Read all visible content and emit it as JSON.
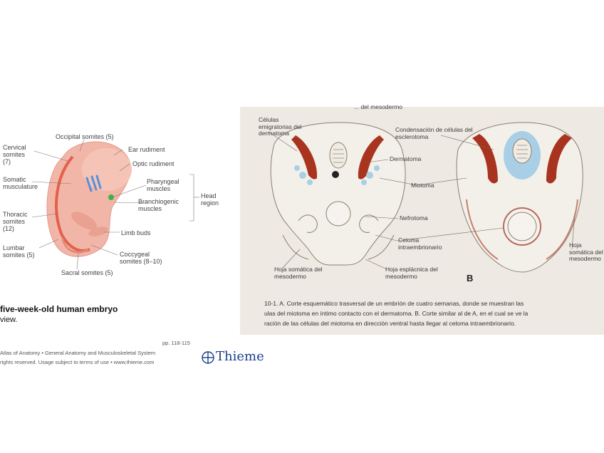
{
  "panel_a": {
    "labels": {
      "occipital": "Occipital somites (5)",
      "cervical": "Cervical somites (7)",
      "ear": "Ear rudiment",
      "optic": "Optic rudiment",
      "somatic": "Somatic musculature",
      "pharyngeal": "Pharyngeal muscles",
      "branchiogenic": "Branchiogenic muscles",
      "head_region": "Head region",
      "thoracic": "Thoracic somites (12)",
      "limb": "Limb buds",
      "lumbar": "Lumbar somites (5)",
      "coccygeal": "Coccygeal somites (8–10)",
      "sacral": "Sacral somites (5)"
    },
    "caption_line1": "five-week-old human embryo",
    "caption_line2": "view.",
    "page_ref": "pp. 118-115",
    "credit_line1": "Atlas of Anatomy • General Anatomy and Musculoskeletal System",
    "credit_line2": "rights reserved. Usage subject to terms of use • www.thieme.com",
    "publisher": "Thieme"
  },
  "panel_b": {
    "top_fragment": "... del mesodermo",
    "labels": {
      "celulas": "Células emigratorias del dermatoma",
      "condensacion": "Condensación de células del esclerotoma",
      "dermatoma": "Dermatoma",
      "miotoma": "Miotoma",
      "nefrotoma": "Nefrotoma",
      "celoma": "Celoma intraembrionario",
      "hoja_somatica_left": "Hoja somática del mesodermo",
      "hoja_esplacnica": "Hoja esplácnica del mesodermo",
      "hoja_somatica_right": "Hoja somática del mesodermo",
      "letter_b": "B"
    },
    "caption_line1": "10-1.   A. Corte esquemático trasversal de un embrión de cuatro semanas, donde se muestran  las",
    "caption_line2": "ulas del miotoma en íntimo contacto con el dermatoma. B. Corte similar al de A, en el cual se ve la",
    "caption_line3": "ración de las células del miotoma en dirección ventral hasta llegar al celoma intraembrionario."
  },
  "colors": {
    "embryo": "#f2b6a8",
    "embryo_dark": "#e08a78",
    "somite_line": "#e2614c",
    "muscle_blue": "#5a8fd6",
    "green": "#3db24a",
    "dermatome_red": "#a8341f",
    "sclerotome_blue": "#a9cfe6",
    "thieme_blue": "#1b3f8c"
  }
}
